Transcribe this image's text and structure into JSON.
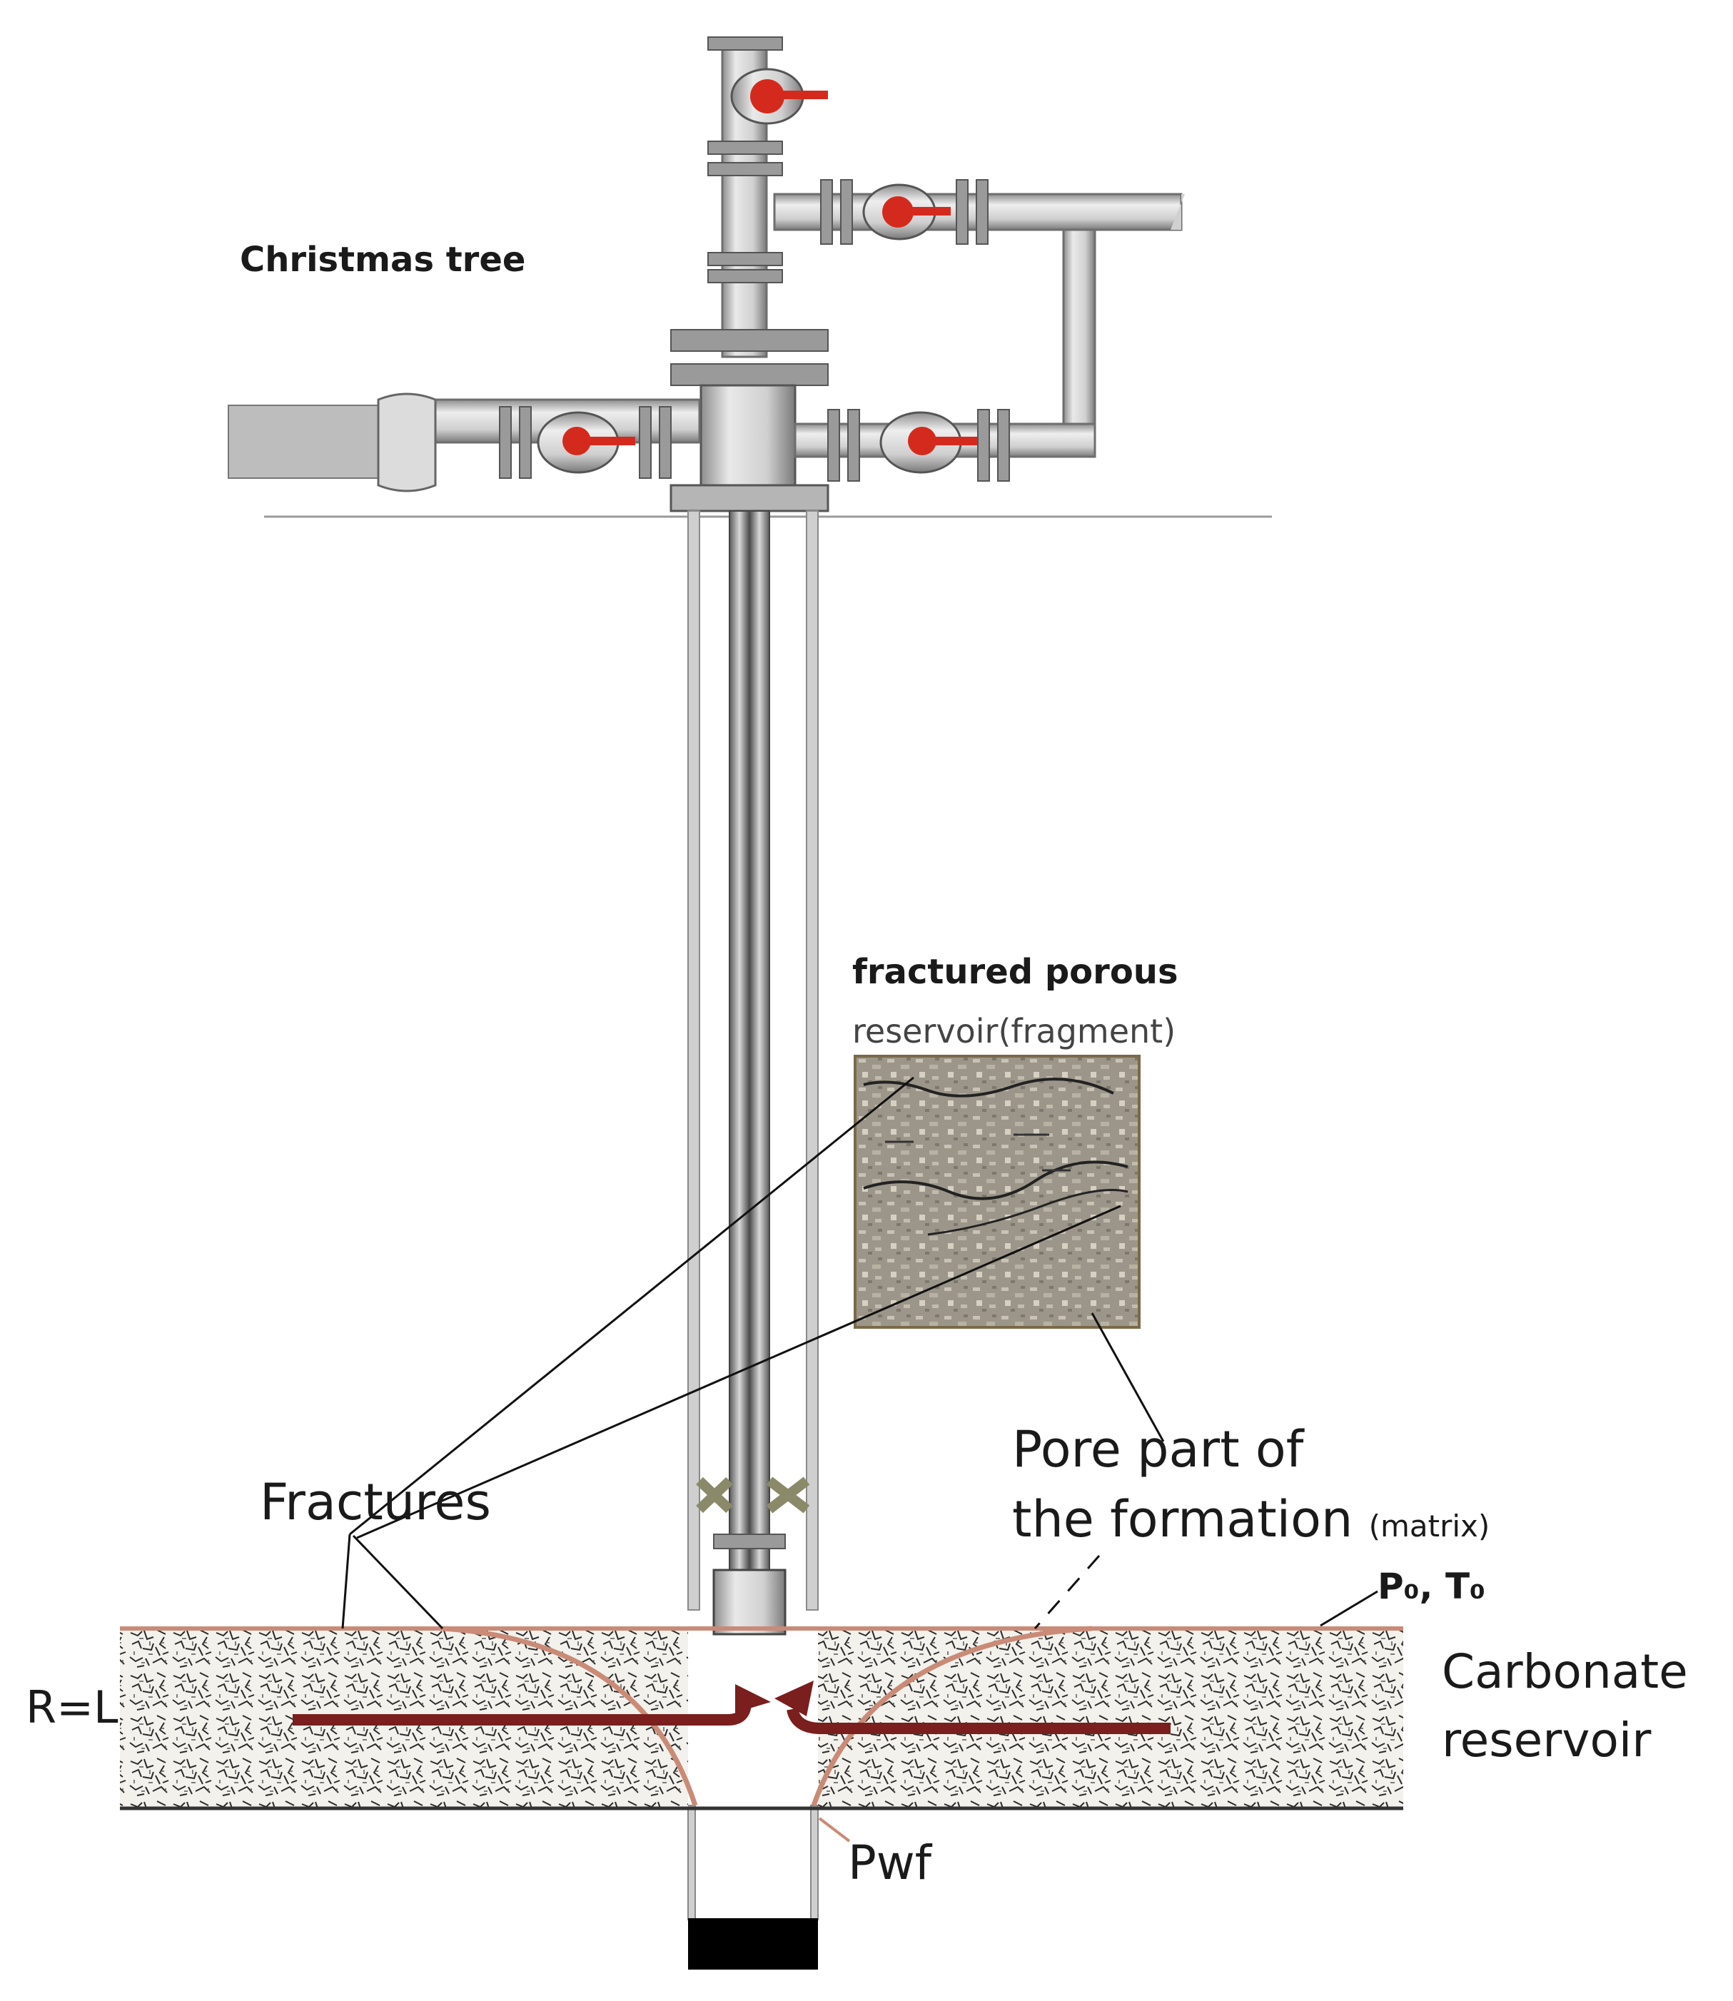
{
  "labels": {
    "christmas_tree": "Christmas tree",
    "fractured_line1": "fractured porous",
    "fractured_line2": "reservoir",
    "fractured_fragment": "(fragment)",
    "fractures": "Fractures",
    "pore_line1": "Pore part of",
    "pore_line2": "the formation",
    "pore_matrix": "(matrix)",
    "p0t0": "P₀, T₀",
    "carbonate_line1": "Carbonate",
    "carbonate_line2": "reservoir",
    "r_eq_l": "R=L",
    "pwf": "Pwf"
  },
  "colors": {
    "pipe": "#c8c8c8",
    "pipe_edge": "#6e6e6e",
    "flange": "#9a9a9a",
    "valve_handle": "#d42a1e",
    "flow_arrow": "#7a1e1e",
    "formation_boundary": "#c98b77",
    "rock_fragment": "#9a9488",
    "well_bottom": "#000000",
    "text": "#1a1a1a"
  }
}
